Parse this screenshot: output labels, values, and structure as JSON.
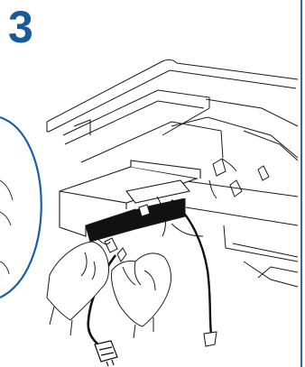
{
  "step": {
    "number": "3"
  },
  "colors": {
    "step_number": "#1a5a9c",
    "edge_bar": "#2b6aa8",
    "detail_circle": "#1a5fa3",
    "line_art": "#1a1a1a",
    "box_fill": "#111111"
  },
  "icons": [
    "detail-callout-circle",
    "power-cord-plug",
    "cable-connector",
    "hands"
  ]
}
